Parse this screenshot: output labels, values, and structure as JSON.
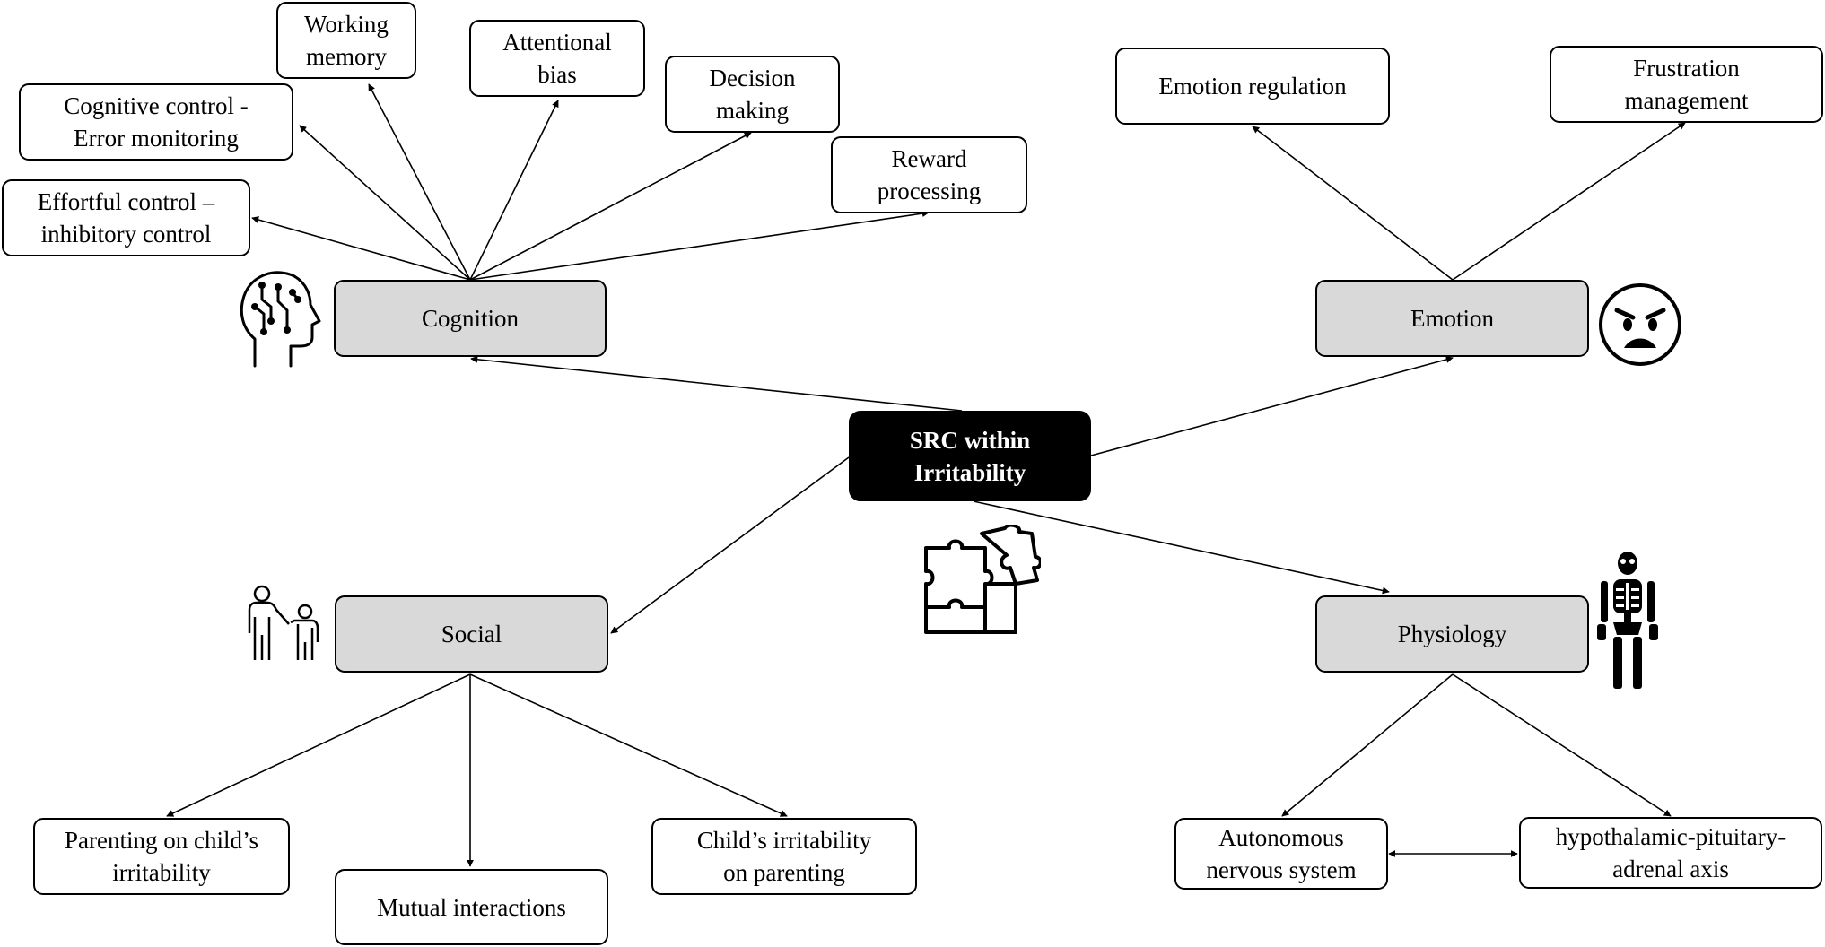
{
  "center": {
    "lines": [
      "SRC within",
      "Irritability"
    ]
  },
  "categories": {
    "cognition": "Cognition",
    "emotion": "Emotion",
    "social": "Social",
    "physiology": "Physiology"
  },
  "cognition_items": [
    {
      "lines": [
        "Working",
        "memory"
      ]
    },
    {
      "lines": [
        "Attentional",
        "bias"
      ]
    },
    {
      "lines": [
        "Decision",
        "making"
      ]
    },
    {
      "lines": [
        "Reward",
        "processing"
      ]
    },
    {
      "lines": [
        "Cognitive control -",
        "Error monitoring"
      ]
    },
    {
      "lines": [
        "Effortful control –",
        "inhibitory control"
      ]
    }
  ],
  "emotion_items": [
    {
      "lines": [
        "Emotion regulation"
      ]
    },
    {
      "lines": [
        "Frustration",
        "management"
      ]
    }
  ],
  "social_items": [
    {
      "lines": [
        "Parenting on child’s",
        "irritability"
      ]
    },
    {
      "lines": [
        "Mutual interactions"
      ]
    },
    {
      "lines": [
        "Child’s irritability",
        "on parenting"
      ]
    }
  ],
  "physiology_items": [
    {
      "lines": [
        "Autonomous",
        "nervous system"
      ]
    },
    {
      "lines": [
        "hypothalamic-pituitary-",
        "adrenal axis"
      ]
    }
  ],
  "icons": [
    "brain-circuit-icon",
    "angry-face-icon",
    "parent-child-icon",
    "skeleton-icon",
    "puzzle-icon"
  ]
}
